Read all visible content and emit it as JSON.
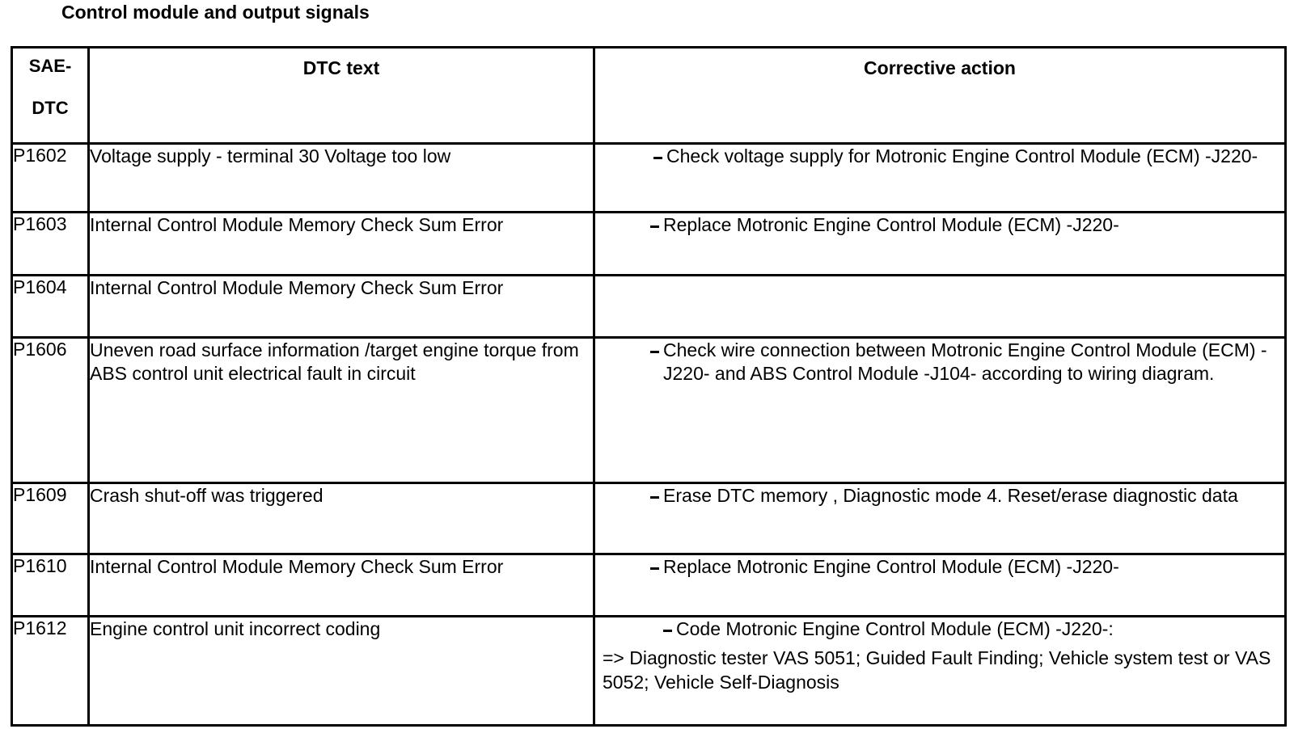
{
  "document": {
    "title": "Control module and output signals"
  },
  "table": {
    "headers": {
      "code_line1": "SAE-",
      "code_line2": "DTC",
      "dtc_text": "DTC text",
      "corrective_action": "Corrective action"
    },
    "rows": [
      {
        "code": "P1602",
        "dtc_text": "Voltage supply - terminal 30 Voltage too low",
        "action_bullet": "Check voltage supply for Motronic Engine Control Module (ECM) -J220-",
        "action_note": ""
      },
      {
        "code": "P1603",
        "dtc_text": "Internal Control Module Memory Check Sum Error",
        "action_bullet": "Replace Motronic Engine Control Module (ECM) -J220-",
        "action_note": ""
      },
      {
        "code": "P1604",
        "dtc_text": "Internal Control Module Memory Check Sum Error",
        "action_bullet": "",
        "action_note": ""
      },
      {
        "code": "P1606",
        "dtc_text": "Uneven road surface information /target engine torque from ABS control unit electrical fault in circuit",
        "action_bullet": "Check wire connection between Motronic Engine Control Module (ECM) -J220- and ABS Control Module -J104- according to wiring diagram.",
        "action_note": ""
      },
      {
        "code": "P1609",
        "dtc_text": "Crash shut-off was triggered",
        "action_bullet": "Erase DTC memory , Diagnostic mode 4. Reset/erase diagnostic data",
        "action_note": ""
      },
      {
        "code": "P1610",
        "dtc_text": "Internal Control Module Memory Check Sum Error",
        "action_bullet": "Replace Motronic Engine Control Module (ECM) -J220-",
        "action_note": ""
      },
      {
        "code": "P1612",
        "dtc_text": "Engine control unit incorrect coding",
        "action_bullet": "Code Motronic Engine Control Module (ECM) -J220-:",
        "action_note": "=> Diagnostic tester VAS 5051; Guided Fault Finding; Vehicle system test or VAS 5052; Vehicle Self-Diagnosis"
      }
    ]
  },
  "style": {
    "border_color": "#000000",
    "text_color": "#000000",
    "background": "#ffffff"
  }
}
